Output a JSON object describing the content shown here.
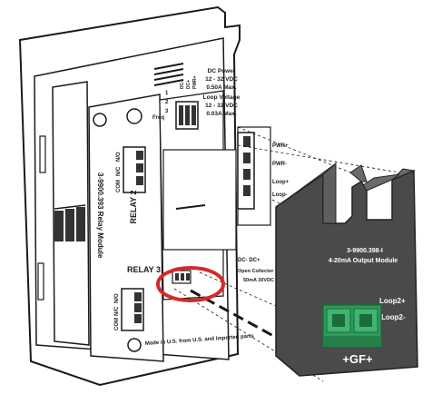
{
  "meter": {
    "power_block": {
      "title": "DC Power",
      "range": "12 - 32 VDC",
      "current": "0.50A  Max.",
      "loop_title": "Loop Voltage",
      "loop_range": "12 - 32 VDC",
      "loop_current": "0.03A  Max."
    },
    "terminal_labels": [
      "1",
      "2",
      "3"
    ],
    "vertical_labels": [
      "DC-",
      "DC+",
      "PWR+"
    ],
    "freq_label": "Freq",
    "right_labels": [
      "PWR+",
      "PWR-",
      "Loop+",
      "Loop-"
    ],
    "relay2_label": "RELAY 2",
    "relay3_label": "RELAY 3",
    "relay_pins": [
      "N/O",
      "N/C",
      "COM"
    ],
    "relay_module_label": "3-9900.393  Relay  Module",
    "dc_labels": "DC-  DC+",
    "open_collector": "Open Collector",
    "open_collector_rating": "50mA  30VDC",
    "made_in": "Made in U.S. from U.S. and imported parts"
  },
  "module": {
    "part_number": "3-9900.398-I",
    "title": "4-20mA Output Module",
    "loop_plus": "Loop2+",
    "loop_minus": "Loop2-",
    "connector_label": "+GF+"
  },
  "colors": {
    "meter_outline": "#1a1a1a",
    "meter_fill": "#ffffff",
    "module_body": "#4a4a4a",
    "module_text": "#ffffff",
    "connector_green": "#2f9a5a",
    "highlight_circle": "#d42a2a"
  }
}
